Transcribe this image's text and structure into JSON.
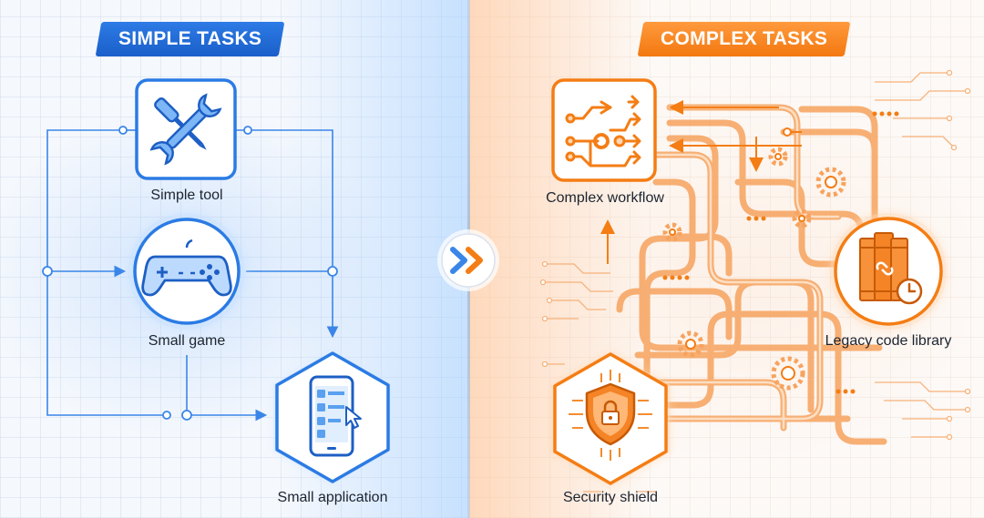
{
  "left_panel": {
    "title": "SIMPLE TASKS",
    "accent_color": "#2b7be4",
    "items": [
      {
        "label": "Simple tool",
        "icon": "wrench-screwdriver-icon"
      },
      {
        "label": "Small game",
        "icon": "gamepad-icon"
      },
      {
        "label": "Small application",
        "icon": "phone-app-cursor-icon"
      }
    ]
  },
  "center": {
    "icon": "double-chevron-right-icon"
  },
  "right_panel": {
    "title": "COMPLEX TASKS",
    "accent_color": "#f47d14",
    "items": [
      {
        "label": "Complex workflow",
        "icon": "branching-arrows-gear-icon"
      },
      {
        "label": "Legacy code library",
        "icon": "books-link-clock-icon"
      },
      {
        "label": "Security shield",
        "icon": "shield-lock-circuit-icon"
      }
    ]
  }
}
